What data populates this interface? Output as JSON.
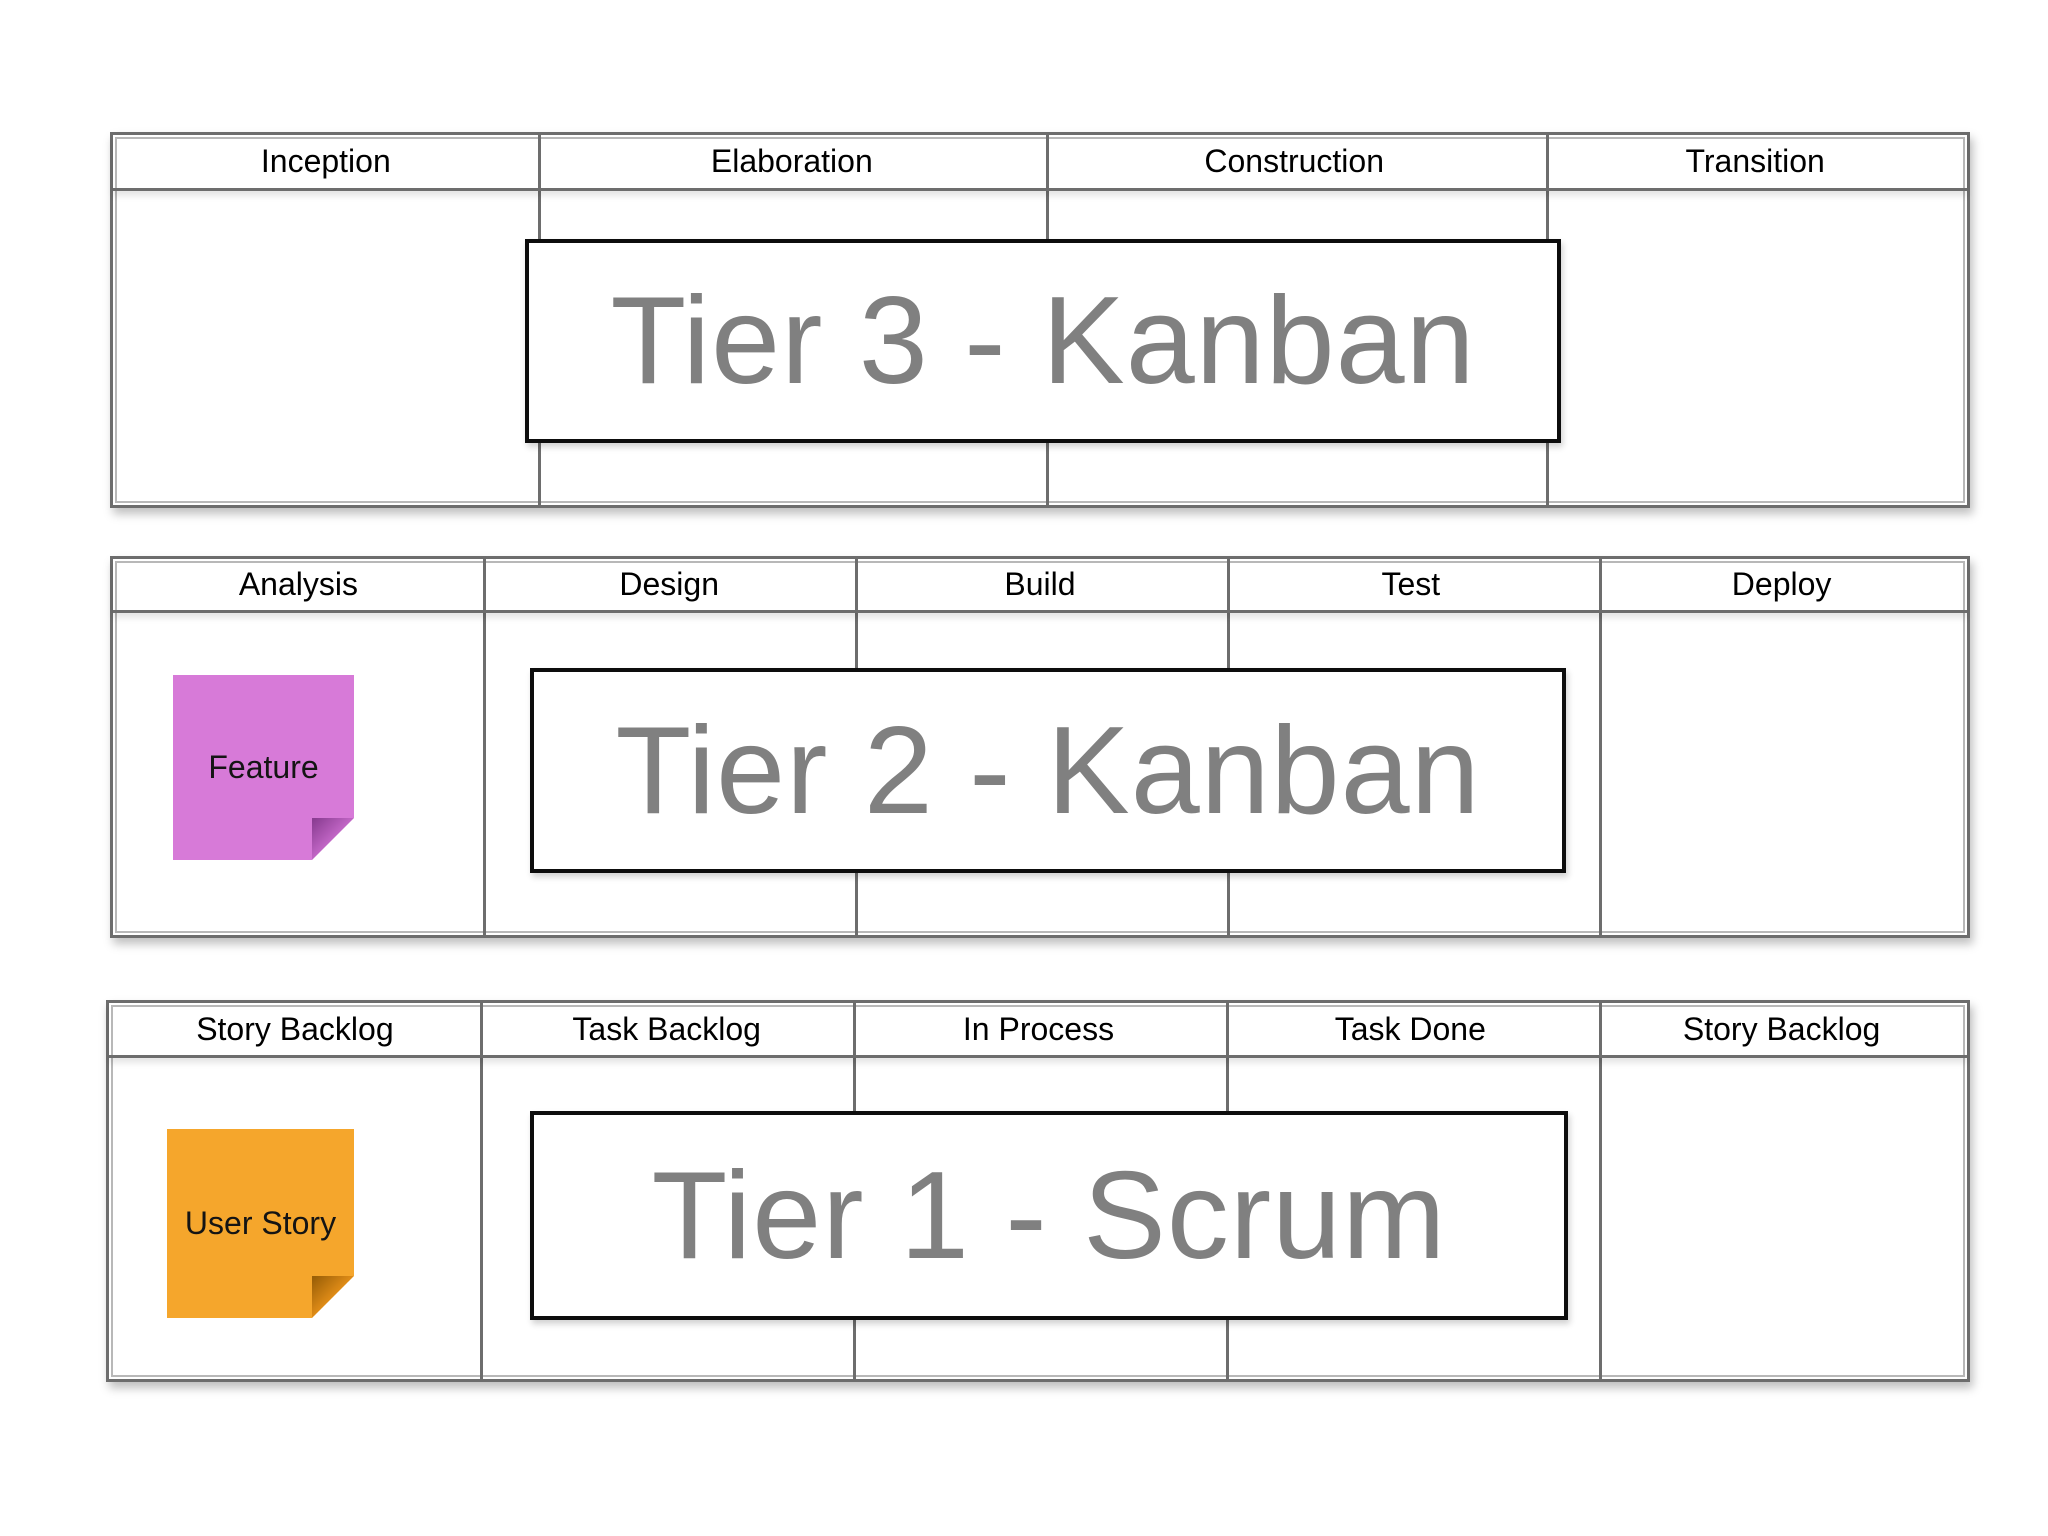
{
  "diagram": {
    "boards": [
      {
        "name": "tier3",
        "columns": [
          "Inception",
          "Elaboration",
          "Construction",
          "Transition"
        ],
        "overlay_label": "Tier 3 - Kanban"
      },
      {
        "name": "tier2",
        "columns": [
          "Analysis",
          "Design",
          "Build",
          "Test",
          "Deploy"
        ],
        "overlay_label": "Tier 2 - Kanban",
        "sticky": {
          "label": "Feature",
          "color": "#d77ad8"
        }
      },
      {
        "name": "tier1",
        "columns": [
          "Story Backlog",
          "Task Backlog",
          "In Process",
          "Task Done",
          "Story Backlog"
        ],
        "overlay_label": "Tier 1 - Scrum",
        "sticky": {
          "label": "User Story",
          "color": "#f5a62c"
        }
      }
    ],
    "colors": {
      "background": "#ffffff",
      "grid_line": "#6d6d6d",
      "overlay_border": "#0d0d0d",
      "overlay_text": "#808080",
      "header_text": "#000000",
      "sticky_feature": "#d77ad8",
      "sticky_feature_fold": "#8a3d92",
      "sticky_user_story": "#f5a62c",
      "sticky_user_story_fold": "#9a5f07"
    }
  }
}
